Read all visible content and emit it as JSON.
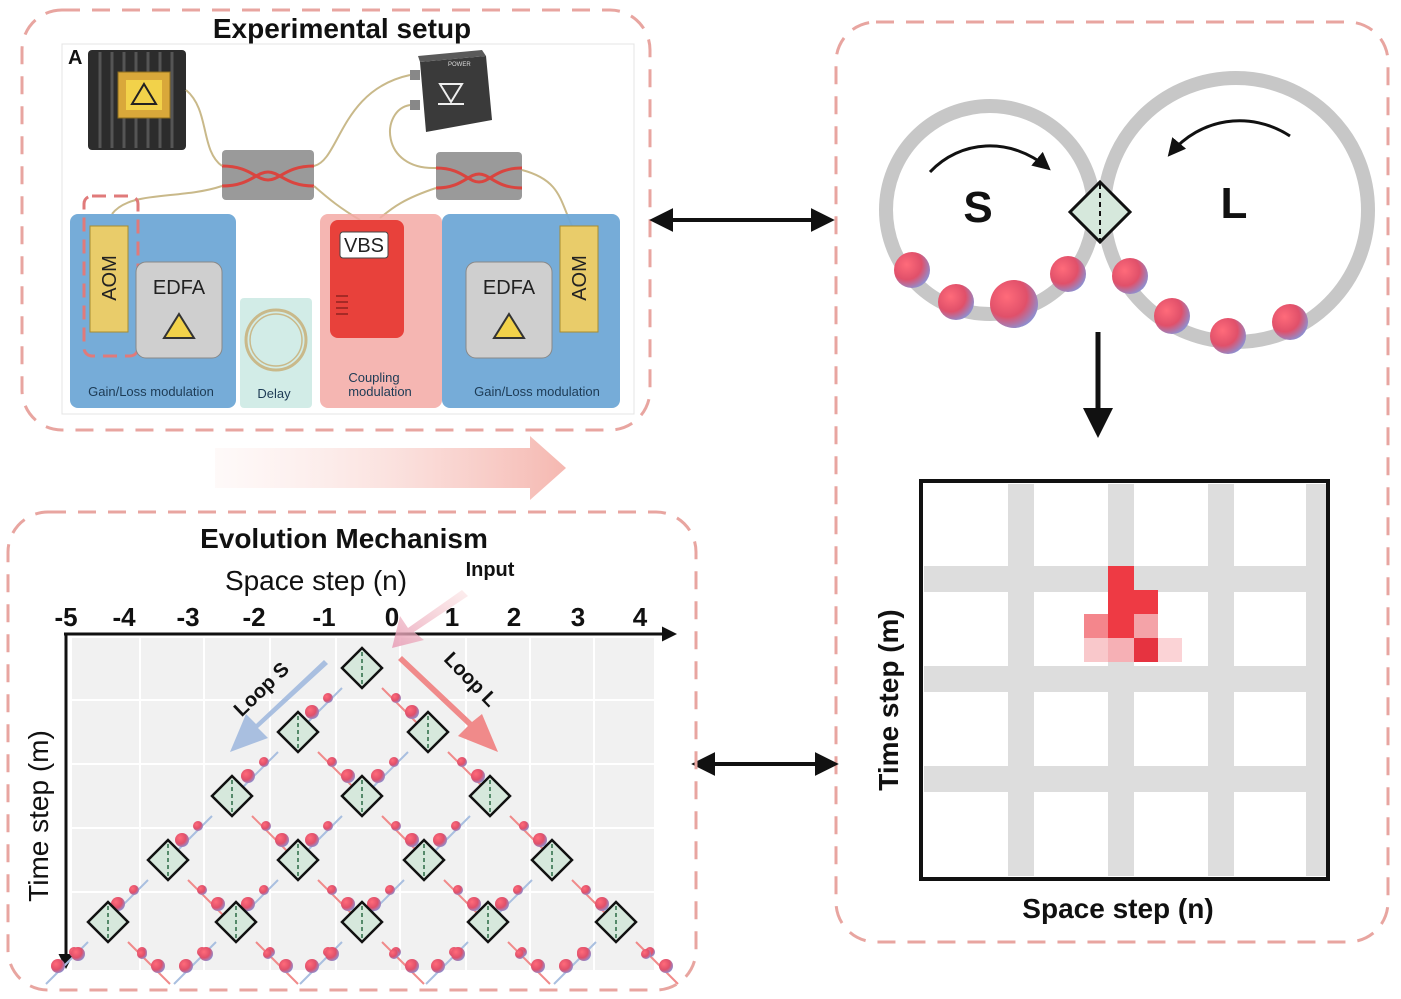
{
  "setup": {
    "title": "Experimental setup",
    "panel_letter": "A",
    "labels": {
      "aom": "AOM",
      "edfa": "EDFA",
      "vbs": "VBS",
      "gain_loss": "Gain/Loss modulation",
      "delay": "Delay",
      "coupling_line1": "Coupling",
      "coupling_line2": "modulation",
      "power": "POWER"
    }
  },
  "loops": {
    "short": "S",
    "long": "L"
  },
  "result": {
    "xlabel": "Space step (n)",
    "ylabel": "Time  step (m)"
  },
  "evolution": {
    "title": "Evolution Mechanism",
    "xlabel": "Space step (n)",
    "ylabel": "Time  step (m)",
    "input_label": "Input",
    "loop_s_label": "Loop S",
    "loop_l_label": "Loop L",
    "ticks": [
      "-5",
      "-4",
      "-3",
      "-2",
      "-1",
      "0",
      "1",
      "2",
      "3",
      "4"
    ]
  },
  "colors": {
    "dashed_border": "#e8a5a0",
    "panel_blue": "#6fa8d6",
    "panel_red": "#e8413b",
    "loop_s_arrow": "#a9bfe0",
    "loop_l_arrow": "#f08a8a",
    "grid_gray": "#dddddd",
    "heat_red": "#ee3a44"
  }
}
